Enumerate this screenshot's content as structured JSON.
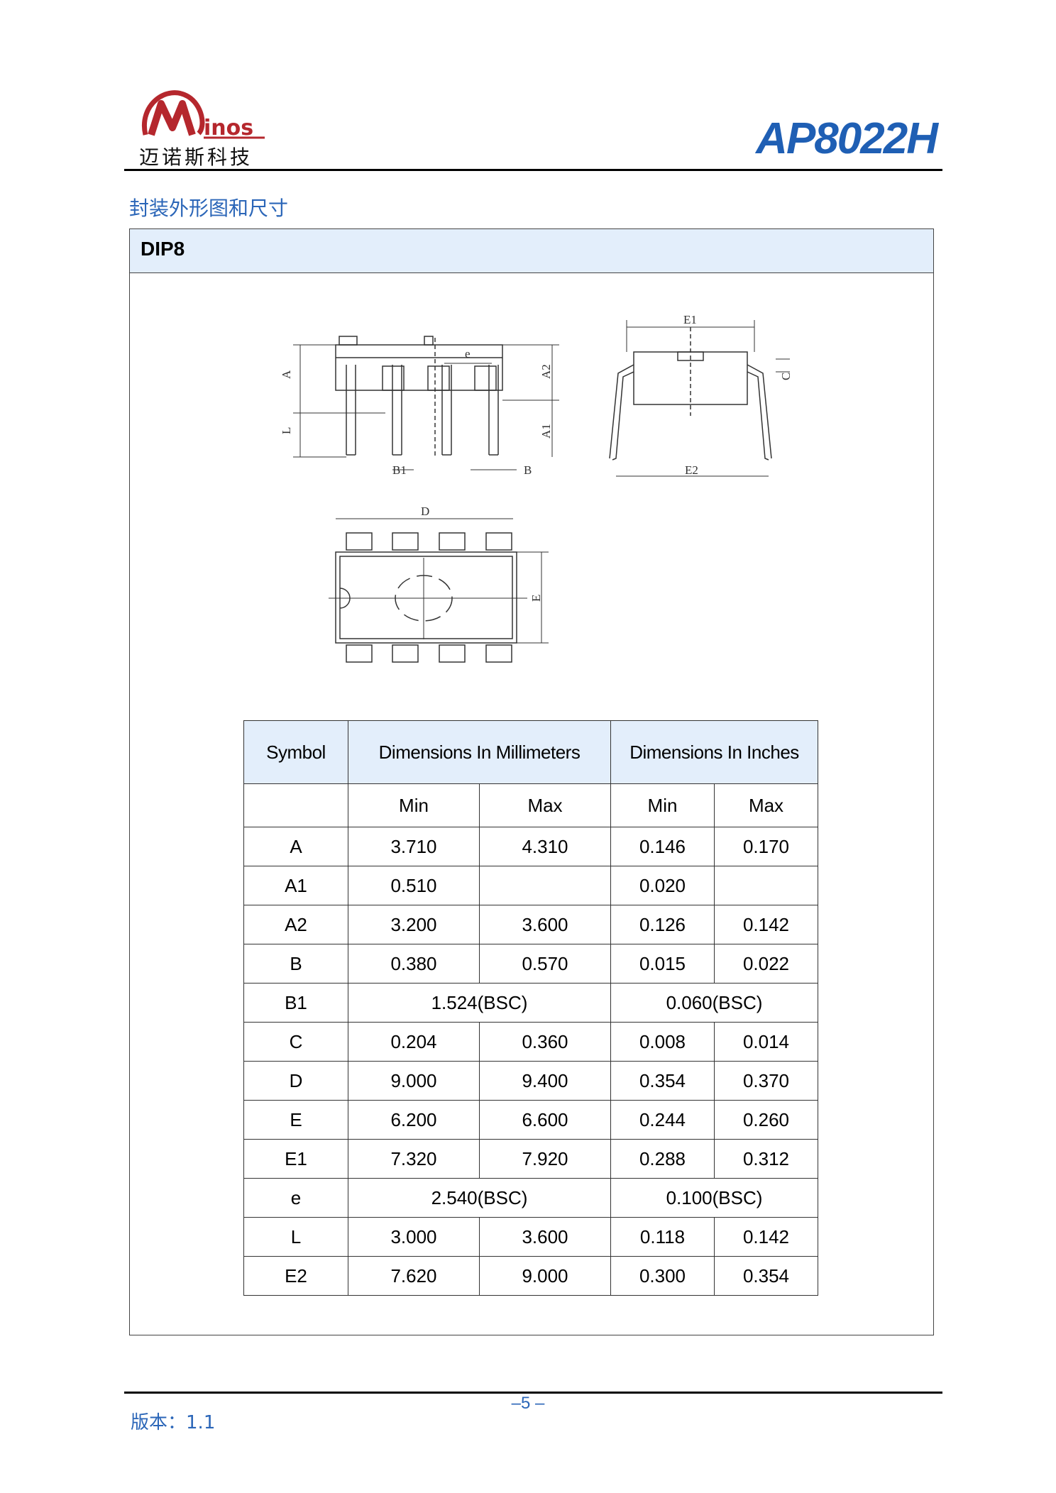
{
  "header": {
    "logo_mark_text": "inos",
    "logo_company": "迈诺斯科技",
    "doc_title": "AP8022H",
    "brand_red": "#b5272d",
    "brand_blue": "#1f5fb4"
  },
  "section_heading": "封装外形图和尺寸",
  "package": {
    "name": "DIP8",
    "drawing_labels": {
      "A": "A",
      "L": "L",
      "e": "e",
      "A2": "A2",
      "A1": "A1",
      "B1": "B1",
      "B": "B",
      "E1": "E1",
      "E2": "E2",
      "C": "C",
      "D": "D",
      "E": "E"
    }
  },
  "table": {
    "header": {
      "symbol": "Symbol",
      "mm": "Dimensions In Millimeters",
      "inch": "Dimensions In Inches"
    },
    "sub": {
      "mm_min": "Min",
      "mm_max": "Max",
      "in_min": "Min",
      "in_max": "Max"
    },
    "rows": [
      {
        "sym": "A",
        "mm_min": "3.710",
        "mm_max": "4.310",
        "in_min": "0.146",
        "in_max": "0.170"
      },
      {
        "sym": "A1",
        "mm_min": "0.510",
        "mm_max": "",
        "in_min": "0.020",
        "in_max": ""
      },
      {
        "sym": "A2",
        "mm_min": "3.200",
        "mm_max": "3.600",
        "in_min": "0.126",
        "in_max": "0.142"
      },
      {
        "sym": "B",
        "mm_min": "0.380",
        "mm_max": "0.570",
        "in_min": "0.015",
        "in_max": "0.022"
      },
      {
        "sym": "B1",
        "mm_span": "1.524(BSC)",
        "in_span": "0.060(BSC)"
      },
      {
        "sym": "C",
        "mm_min": "0.204",
        "mm_max": "0.360",
        "in_min": "0.008",
        "in_max": "0.014"
      },
      {
        "sym": "D",
        "mm_min": "9.000",
        "mm_max": "9.400",
        "in_min": "0.354",
        "in_max": "0.370"
      },
      {
        "sym": "E",
        "mm_min": "6.200",
        "mm_max": "6.600",
        "in_min": "0.244",
        "in_max": "0.260"
      },
      {
        "sym": "E1",
        "mm_min": "7.320",
        "mm_max": "7.920",
        "in_min": "0.288",
        "in_max": "0.312"
      },
      {
        "sym": "e",
        "mm_span": "2.540(BSC)",
        "in_span": "0.100(BSC)"
      },
      {
        "sym": "L",
        "mm_min": "3.000",
        "mm_max": "3.600",
        "in_min": "0.118",
        "in_max": "0.142"
      },
      {
        "sym": "E2",
        "mm_min": "7.620",
        "mm_max": "9.000",
        "in_min": "0.300",
        "in_max": "0.354"
      }
    ]
  },
  "footer": {
    "page_number": "–5 –",
    "version_label": "版本：",
    "version_value": "1.1"
  }
}
